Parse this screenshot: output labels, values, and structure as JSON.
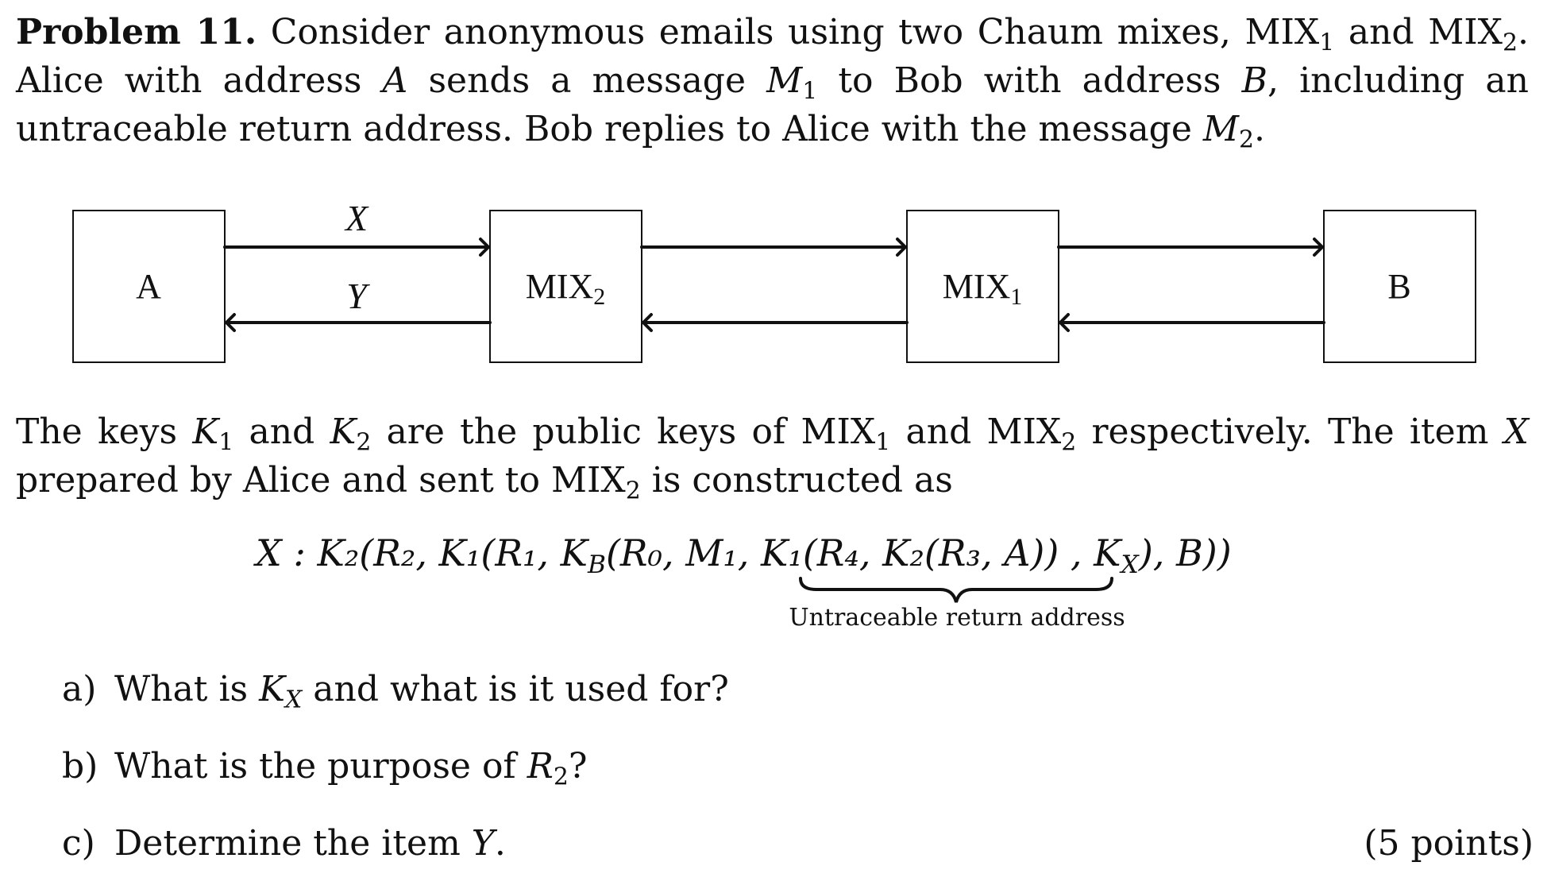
{
  "problem": {
    "heading": "Problem 11.",
    "intro_a": " Consider anonymous emails using two Chaum mixes, MIX",
    "intro_b": " and MIX",
    "intro_c": ". Alice with address ",
    "addr_a": "A",
    "intro_d": " sends a message ",
    "msg_1": "M",
    "intro_e": " to Bob with address ",
    "addr_b": "B",
    "intro_f": ", including an untraceable return address. Bob replies to Alice with the message ",
    "msg_2": "M",
    "intro_g": ".",
    "sub_1": "1",
    "sub_2": "2"
  },
  "diagram": {
    "box_a": "A",
    "box_mix2": "MIX",
    "box_mix2_sub": "2",
    "box_mix1": "MIX",
    "box_mix1_sub": "1",
    "box_b": "B",
    "label_x": "X",
    "label_y": "Y"
  },
  "keys_para": {
    "t1": "The keys ",
    "k": "K",
    "t2": " and ",
    "t3": " are the public keys of MIX",
    "t4": " and MIX",
    "t5": " respectively. The item ",
    "x": "X",
    "t6": " prepared by Alice and sent to MIX",
    "t7": " is constructed as"
  },
  "formula": {
    "part1": "X : K₂(R₂, K₁(R₁, K",
    "sub_b": "B",
    "part2": "(R₀, M₁, ",
    "brace_content": "K₁(R₄, K₂(R₃, A))",
    "part3": " , K",
    "sub_x": "X",
    "part4": "), B))",
    "brace_caption": "Untraceable return address"
  },
  "questions": [
    {
      "mark": "a)",
      "pre": "What is ",
      "var": "K",
      "sub": "X",
      "post": " and what is it used for?"
    },
    {
      "mark": "b)",
      "pre": "What is the purpose of ",
      "var": "R",
      "sub": "2",
      "post": "?"
    },
    {
      "mark": "c)",
      "pre": "Determine the item ",
      "var": "Y",
      "sub": "",
      "post": "."
    }
  ],
  "points": "(5 points)"
}
